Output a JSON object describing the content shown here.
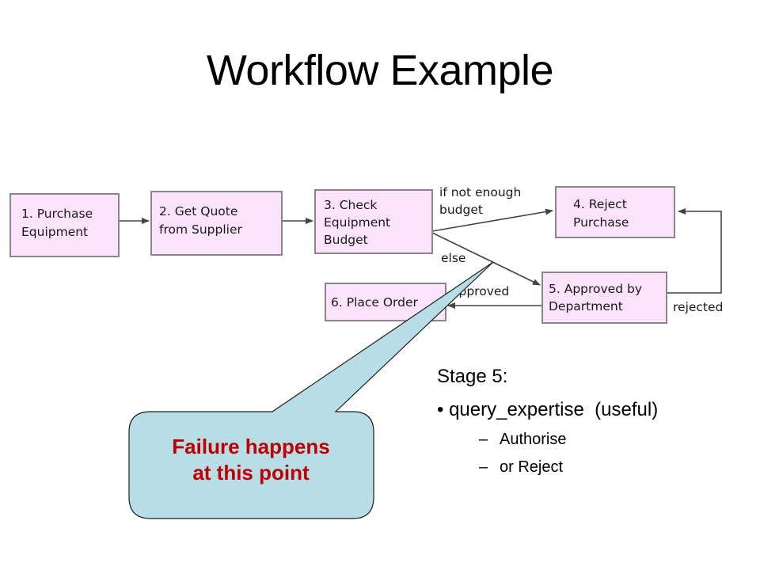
{
  "title": "Workflow Example",
  "diagram": {
    "nodes": [
      {
        "lines": [
          "1. Purchase",
          "Equipment"
        ]
      },
      {
        "lines": [
          "2. Get Quote",
          "from Supplier"
        ]
      },
      {
        "lines": [
          "3. Check",
          "Equipment",
          "Budget"
        ]
      },
      {
        "lines": [
          "4. Reject",
          "Purchase"
        ]
      },
      {
        "lines": [
          "5. Approved by",
          "Department"
        ]
      },
      {
        "lines": [
          "6. Place Order"
        ]
      }
    ],
    "edge_labels": {
      "not_enough_line1": "if not enough",
      "not_enough_line2": "budget",
      "else": "else",
      "approved": "approved",
      "rejected": "rejected"
    },
    "colors": {
      "node_fill": "#fbe3fb",
      "node_border": "#888888",
      "callout_fill": "#b7dde6",
      "callout_text": "#c00000"
    }
  },
  "callout": {
    "line1": "Failure happens",
    "line2": "at this point"
  },
  "notes": {
    "heading": "Stage 5:",
    "bullet_symbol": "•",
    "bullet": "query_expertise  (useful)",
    "dash": "–",
    "sub_items": [
      "Authorise",
      "or Reject"
    ]
  }
}
